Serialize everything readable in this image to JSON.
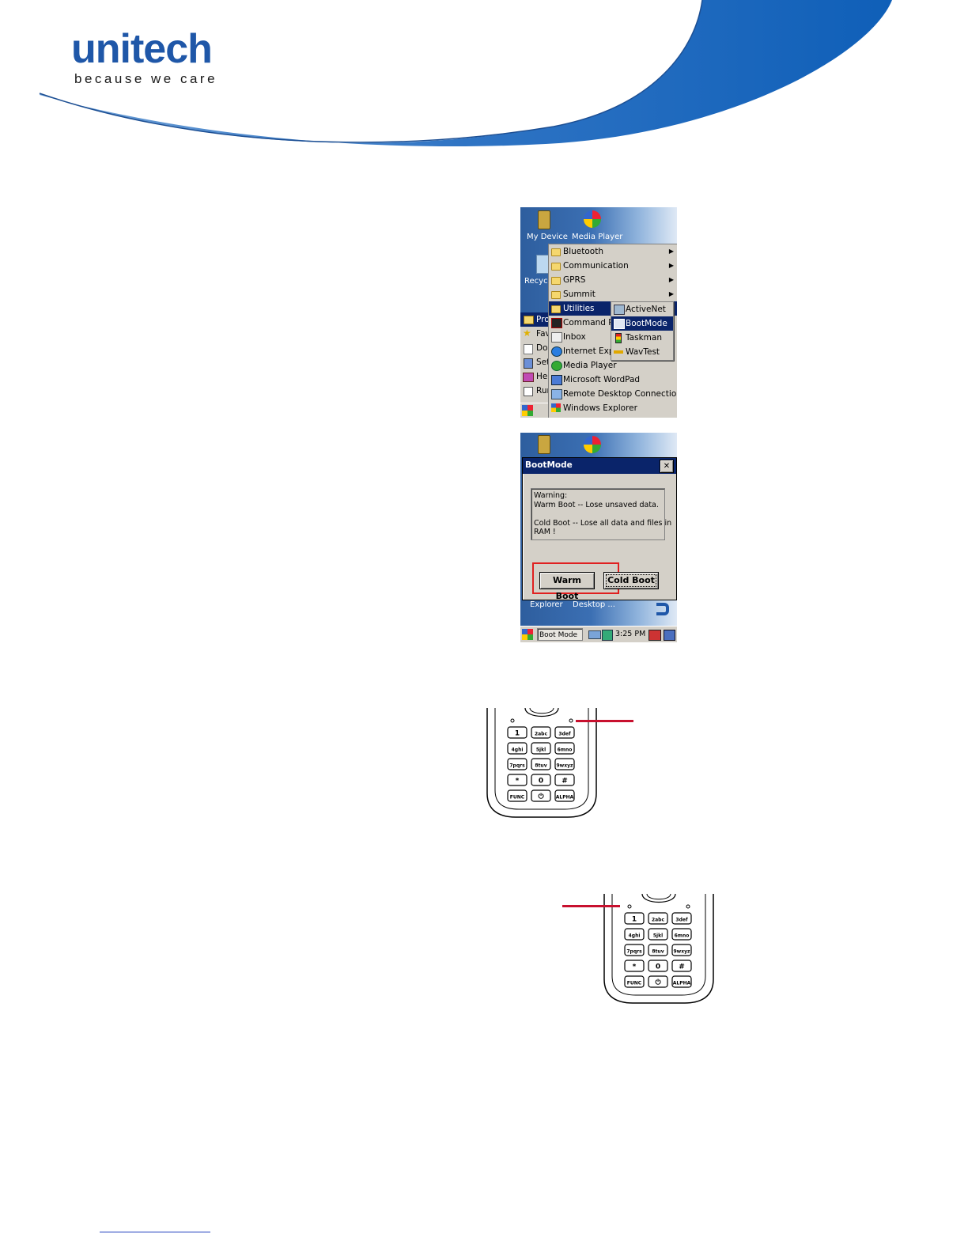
{
  "logo": {
    "word": "unitech",
    "tagline": "because we care"
  },
  "colors": {
    "brand_blue": "#1f57a8",
    "highlight_red": "#c8102e",
    "menu_select": "#0a246a"
  },
  "screen1": {
    "desktop_icons": [
      "My Device",
      "Media Player",
      "Recycl"
    ],
    "start_menu_stubs": [
      "Pro",
      "Fav",
      "Doc",
      "Set",
      "Hel",
      "Run"
    ],
    "programs_menu": [
      {
        "label": "Bluetooth",
        "icon": "folder-icon",
        "submenu": true
      },
      {
        "label": "Communication",
        "icon": "folder-icon",
        "submenu": true
      },
      {
        "label": "GPRS",
        "icon": "folder-icon",
        "submenu": true
      },
      {
        "label": "Summit",
        "icon": "folder-icon",
        "submenu": true
      },
      {
        "label": "Utilities",
        "icon": "folder-icon",
        "submenu": true,
        "selected": true
      },
      {
        "label": "Command Pr",
        "icon": "command-prompt-icon"
      },
      {
        "label": "Inbox",
        "icon": "inbox-icon"
      },
      {
        "label": "Internet Exp",
        "icon": "internet-explorer-icon"
      },
      {
        "label": "Media Player",
        "icon": "media-player-icon"
      },
      {
        "label": "Microsoft WordPad",
        "icon": "wordpad-icon"
      },
      {
        "label": "Remote Desktop Connection",
        "icon": "remote-desktop-icon"
      },
      {
        "label": "Windows Explorer",
        "icon": "windows-explorer-icon"
      }
    ],
    "utilities_menu": [
      {
        "label": "ActiveNet",
        "icon": "network-icon"
      },
      {
        "label": "BootMode",
        "icon": "bootmode-icon",
        "selected": true
      },
      {
        "label": "Taskman",
        "icon": "traffic-light-icon"
      },
      {
        "label": "WavTest",
        "icon": "wave-icon"
      }
    ]
  },
  "screen2": {
    "dialog_title": "BootMode",
    "close_glyph": "✕",
    "warning_lines": [
      "Warning:",
      "Warm Boot -- Lose unsaved data.",
      "",
      "Cold Boot -- Lose all data and files in",
      "RAM !"
    ],
    "warm_boot_label": "Warm Boot",
    "cold_boot_label": "Cold Boot",
    "desktop_labels": [
      "Explorer",
      "Desktop ..."
    ],
    "taskbar": {
      "task": "Boot Mode",
      "time": "3:25 PM"
    }
  },
  "keypad": {
    "keys": [
      [
        "1",
        "2abc",
        "3def"
      ],
      [
        "4ghi",
        "5jkl",
        "6mno"
      ],
      [
        "7pqrs",
        "8tuv",
        "9wxyz"
      ],
      [
        "*",
        "0",
        "#"
      ],
      [
        "FUNC",
        "⏻",
        "ALPHA"
      ]
    ]
  }
}
